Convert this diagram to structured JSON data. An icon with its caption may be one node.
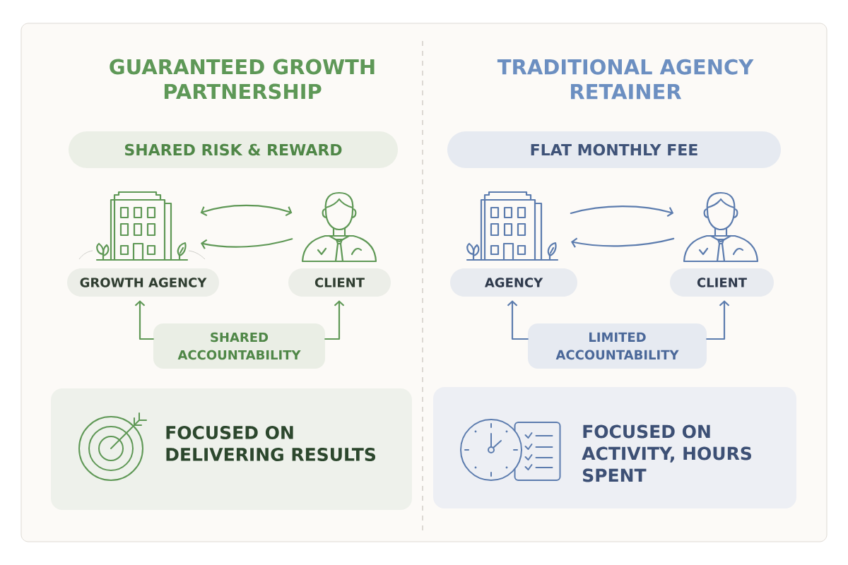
{
  "diagram": {
    "nodes": [
      {
        "text": [
          "SHARED RISK & REWARD"
        ]
      },
      {
        "text": [],
        "shape": "building"
      },
      {
        "text": [],
        "shape": "person"
      },
      {
        "text": [
          "GROWTH AGENCY"
        ]
      },
      {
        "text": [
          "CLIENT"
        ]
      },
      {
        "text": [
          "SHARED ACCOUNTABILITY"
        ]
      },
      {
        "text": [
          "FOCUSED ON DELIVERING RESULTS"
        ]
      },
      {
        "text": [
          "FLAT MONTHLY FEE"
        ]
      },
      {
        "text": [],
        "shape": "building"
      },
      {
        "text": [],
        "shape": "person"
      },
      {
        "text": [
          "AGENCY"
        ]
      },
      {
        "text": [
          "CLIENT"
        ]
      },
      {
        "text": [
          "LIMITED ACCOUNTABILITY"
        ]
      },
      {
        "text": [
          "FOCUSED ON ACTIVITY, HOURS SPENT"
        ]
      }
    ],
    "edges": [
      {
        "from": 1,
        "to": 2,
        "arrow": "both",
        "color": "#5f9856"
      },
      {
        "from": 2,
        "to": 1,
        "arrow": "to",
        "color": "#5f9856"
      },
      {
        "from": 5,
        "to": 3,
        "arrow": "to",
        "color": "#5f9856"
      },
      {
        "from": 5,
        "to": 4,
        "arrow": "to",
        "color": "#5f9856"
      },
      {
        "from": 8,
        "to": 9,
        "arrow": "to",
        "color": "#5c7cae"
      },
      {
        "from": 9,
        "to": 8,
        "arrow": "to",
        "color": "#5c7cae"
      },
      {
        "from": 12,
        "to": 10,
        "arrow": "to",
        "color": "#5c7cae"
      },
      {
        "from": 12,
        "to": 11,
        "arrow": "to",
        "color": "#5c7cae"
      }
    ],
    "labels": [
      "GUARANTEED GROWTH PARTNERSHIP",
      "TRADITIONAL AGENCY RETAINER"
    ]
  }
}
